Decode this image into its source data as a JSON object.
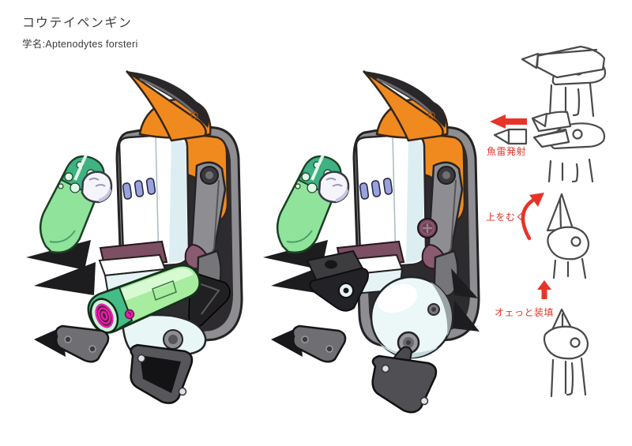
{
  "page": {
    "title": "コウテイペンギン",
    "scientific_name": "学名:Aptenodytes forsteri",
    "background_color": "#ffffff"
  },
  "annotations": {
    "torpedo_launch": "魚雷発射",
    "look_up": "上をむく",
    "reload": "オェっと装填",
    "text_color": "#e6342a",
    "arrow_color": "#e6342a"
  },
  "palette": {
    "beak_orange": "#f18a1e",
    "beak_ridge_black": "#29272a",
    "body_dark": "#2e2b2e",
    "body_rim_gray": "#8e8e92",
    "belly_white": "#ffffff",
    "belly_shade_cyan": "#dceef2",
    "vent_periwinkle": "#98a2de",
    "arm_green_light": "#8fe39b",
    "arm_cap_teal": "#3fb183",
    "torpedo_green": "#a7ec9f",
    "muzzle_teal": "#43bd86",
    "muzzle_magenta": "#e81eae",
    "joint_maroon": "#7d4f62",
    "foot_gray": "#6f6f73",
    "web_foot_dark": "#3a3a3c",
    "sketch_line_gray": "#4a4a4a"
  }
}
